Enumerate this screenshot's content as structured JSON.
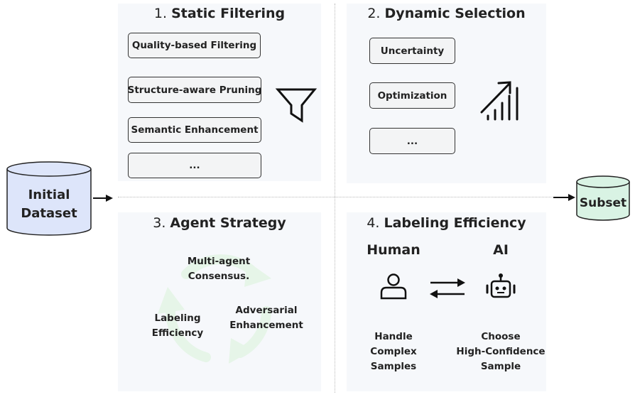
{
  "input": {
    "label_line1": "Initial",
    "label_line2": "Dataset"
  },
  "output": {
    "label": "Subset"
  },
  "panels": {
    "static_filtering": {
      "number": "1.",
      "title": "Static Filtering",
      "items": [
        "Quality-based Filtering",
        "Structure-aware Pruning",
        "Semantic Enhancement",
        "..."
      ],
      "icon": "funnel-icon"
    },
    "dynamic_selection": {
      "number": "2.",
      "title": "Dynamic Selection",
      "items": [
        "Uncertainty",
        "Optimization",
        "..."
      ],
      "icon": "trend-up-bars-icon"
    },
    "agent_strategy": {
      "number": "3.",
      "title": "Agent Strategy",
      "cycle": {
        "top_line1": "Multi-agent",
        "top_line2": "Consensus.",
        "right_line1": "Adversarial",
        "right_line2": "Enhancement",
        "left_line1": "Labeling",
        "left_line2": "Efficiency"
      },
      "icon": "cycle-arrows-icon"
    },
    "labeling_efficiency": {
      "number": "4.",
      "title": "Labeling Efficiency",
      "human": {
        "title": "Human",
        "desc_line1": "Handle",
        "desc_line2": "Complex",
        "desc_line3": "Samples",
        "icon": "person-icon"
      },
      "ai": {
        "title": "AI",
        "desc_line1": "Choose",
        "desc_line2": "High-Confidence",
        "desc_line3": "Sample",
        "icon": "robot-icon"
      },
      "exchange_icon": "exchange-arrows-icon"
    }
  },
  "colors": {
    "panel_bg": "#f6f8fb",
    "input_cylinder": "#dde5fa",
    "output_cylinder": "#d9f3e4",
    "cycle_arrows": "#e6f5e8",
    "box_fill": "#f3f4f5",
    "stroke": "#222222"
  }
}
